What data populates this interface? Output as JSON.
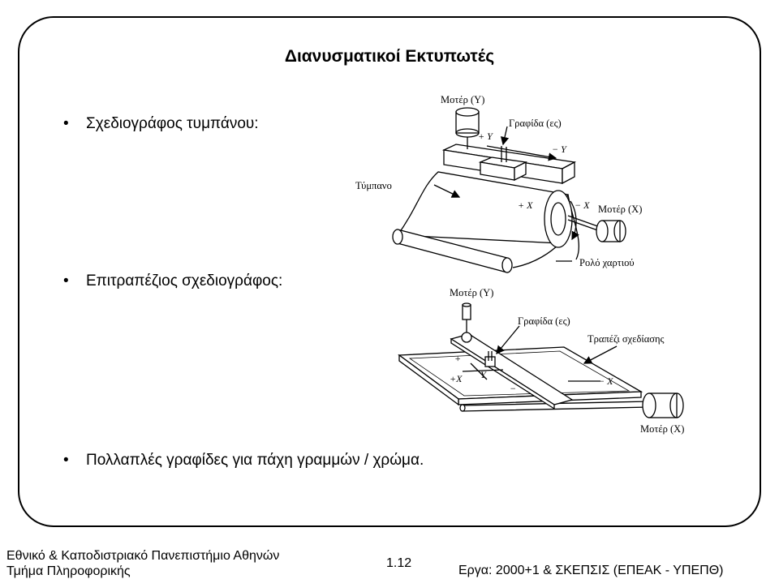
{
  "slide": {
    "title": "Διανυσματικοί Εκτυπωτές",
    "bullets": [
      "Σχεδιογράφος τυμπάνου:",
      "Επιτραπέζιος σχεδιογράφος:",
      "Πολλαπλές γραφίδες για πάχη γραμμών / χρώμα."
    ],
    "bullet_symbol": "•"
  },
  "drum_plotter": {
    "motor_y": "Μοτέρ (Y)",
    "pen": "Γραφίδα (ες)",
    "plus_y": "+ Y",
    "minus_y": "− Y",
    "drum": "Τύμπανο",
    "plus_x": "+ X",
    "minus_x": "− X",
    "motor_x": "Μοτέρ (X)",
    "paper_roll": "Ρολό χαρτιού"
  },
  "flatbed_plotter": {
    "motor_y": "Μοτέρ (Y)",
    "pen": "Γραφίδα (ες)",
    "table": "Τραπέζι σχεδίασης",
    "plus_y": "+",
    "y_label": "Y",
    "minus_y": "−",
    "plus_x": "+X",
    "minus_x": "− X",
    "motor_x": "Μοτέρ (X)"
  },
  "footer": {
    "university": "Εθνικό & Καποδιστριακό Πανεπιστήμιο Αθηνών",
    "department": "Τμήμα Πληροφορικής",
    "slide_number": "1.12",
    "project": "Εργα: 2000+1 & ΣΚΕΠΣΙΣ (ΕΠΕΑΚ - ΥΠΕΠΘ)"
  }
}
